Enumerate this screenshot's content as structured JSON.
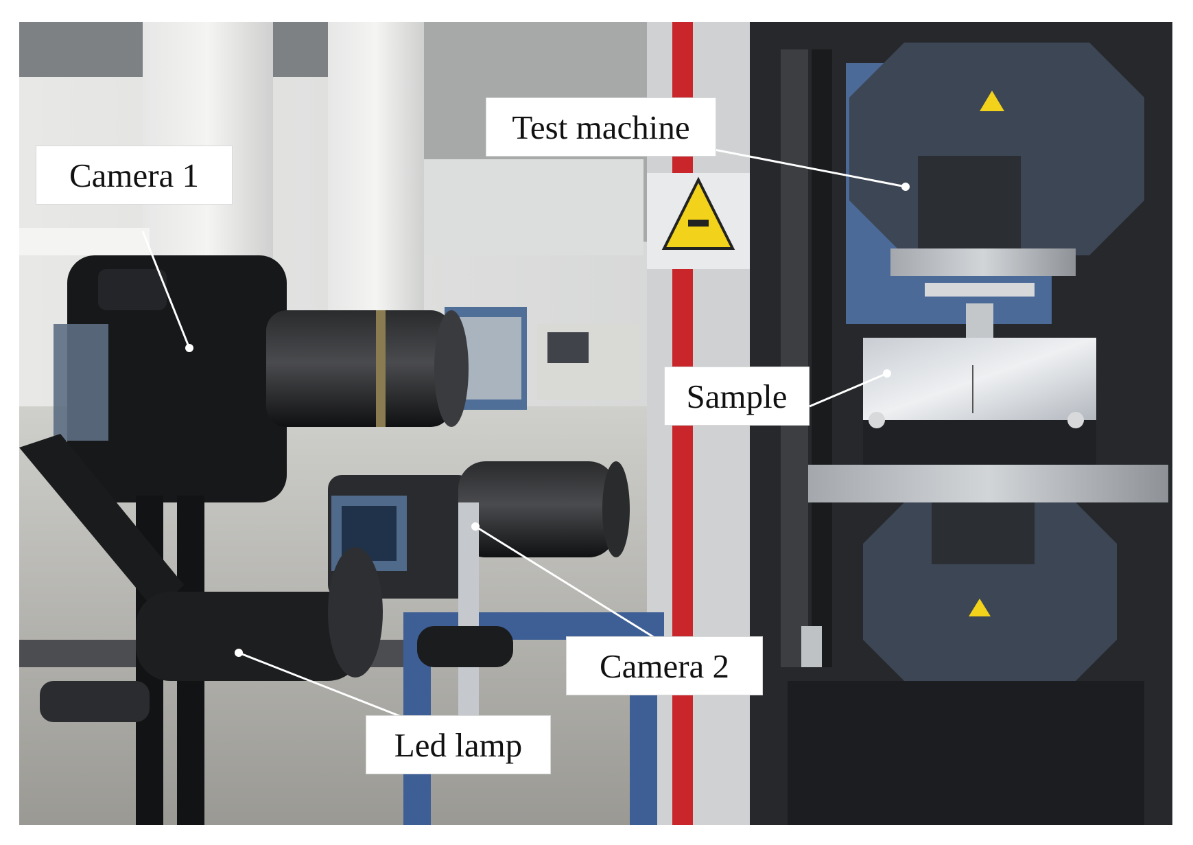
{
  "labels": {
    "test_machine": "Test machine",
    "camera_1": "Camera 1",
    "sample": "Sample",
    "camera_2": "Camera 2",
    "led_lamp": "Led lamp"
  },
  "colors": {
    "frame_background": "#ffffff",
    "label_background": "#ffffff",
    "label_text": "#111111",
    "leader_line": "#ffffff",
    "machine_column_red": "#c8262a",
    "warning_yellow": "#f2d21a"
  },
  "icons": [
    "warning-triangle-icon",
    "warning-triangle-icon",
    "warning-triangle-icon"
  ]
}
